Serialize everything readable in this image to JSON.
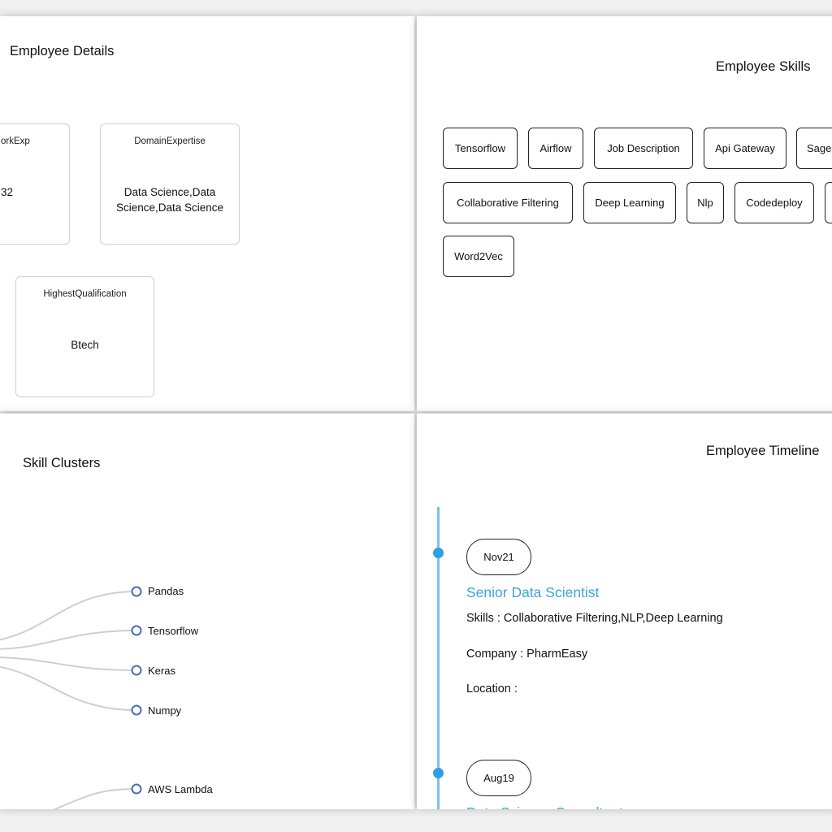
{
  "details": {
    "title": "Employee Details",
    "cards": [
      {
        "label": "orkExp",
        "value": "32"
      },
      {
        "label": "DomainExpertise",
        "value": "Data Science,Data Science,Data Science"
      },
      {
        "label": "HighestQualification",
        "value": "Btech"
      }
    ]
  },
  "skills": {
    "title": "Employee Skills",
    "chips": [
      "Tensorflow",
      "Airflow",
      "Job Description",
      "Api Gateway",
      "Sage",
      "Collaborative Filtering",
      "Deep Learning",
      "Nlp",
      "Codedeploy",
      "Word2Vec"
    ]
  },
  "clusters": {
    "title": "Skill Clusters",
    "nodes": [
      "Pandas",
      "Tensorflow",
      "Keras",
      "Numpy",
      "AWS Lambda"
    ],
    "colors": {
      "link": "#cfcfcf",
      "node_stroke": "#4a6fb0"
    }
  },
  "timeline": {
    "title": "Employee Timeline",
    "entries": [
      {
        "date": "Nov21",
        "role": "Senior Data Scientist",
        "skills": "Skills : Collaborative Filtering,NLP,Deep Learning",
        "company": "Company : PharmEasy",
        "location": "Location :"
      },
      {
        "date": "Aug19",
        "role": "Data Science Consultant"
      }
    ],
    "colors": {
      "line": "#7cc3ea",
      "dot": "#2f9fe0",
      "role": "#3da3db"
    }
  }
}
